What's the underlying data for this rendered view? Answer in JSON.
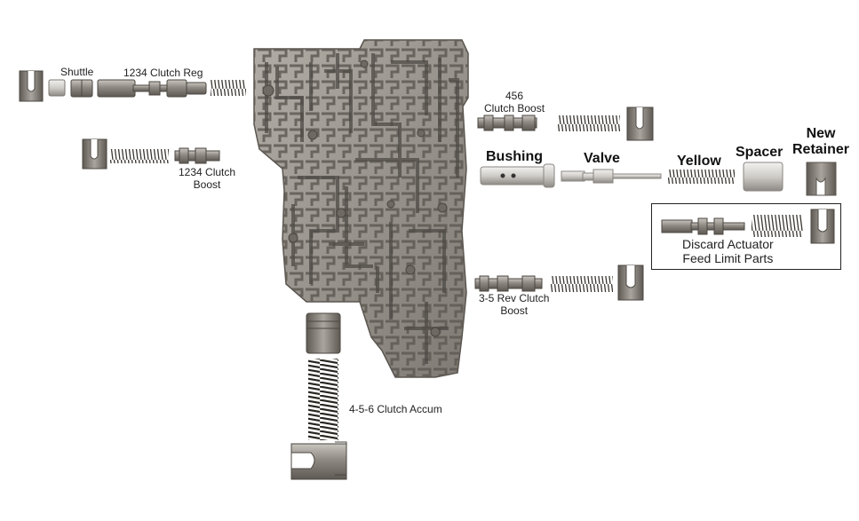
{
  "labels": {
    "shuttle": "Shuttle",
    "clutch_reg_1234": "1234 Clutch Reg",
    "clutch_boost_1234_l1": "1234 Clutch",
    "clutch_boost_1234_l2": "Boost",
    "clutch_boost_456_l1": "456",
    "clutch_boost_456_l2": "Clutch Boost",
    "bushing": "Bushing",
    "valve": "Valve",
    "yellow": "Yellow",
    "spacer": "Spacer",
    "new_retainer_l1": "New",
    "new_retainer_l2": "Retainer",
    "discard_l1": "Discard Actuator",
    "discard_l2": "Feed Limit Parts",
    "rev_clutch_boost_l1": "3-5 Rev Clutch",
    "rev_clutch_boost_l2": "Boost",
    "clutch_accum_456": "4-5-6 Clutch Accum"
  },
  "colors": {
    "metal_dark": "#6b6660",
    "metal_mid": "#8e8982",
    "metal_light": "#c7c3bd",
    "body_casting": "#9d9891",
    "spring_yellow": "#2a2722"
  }
}
